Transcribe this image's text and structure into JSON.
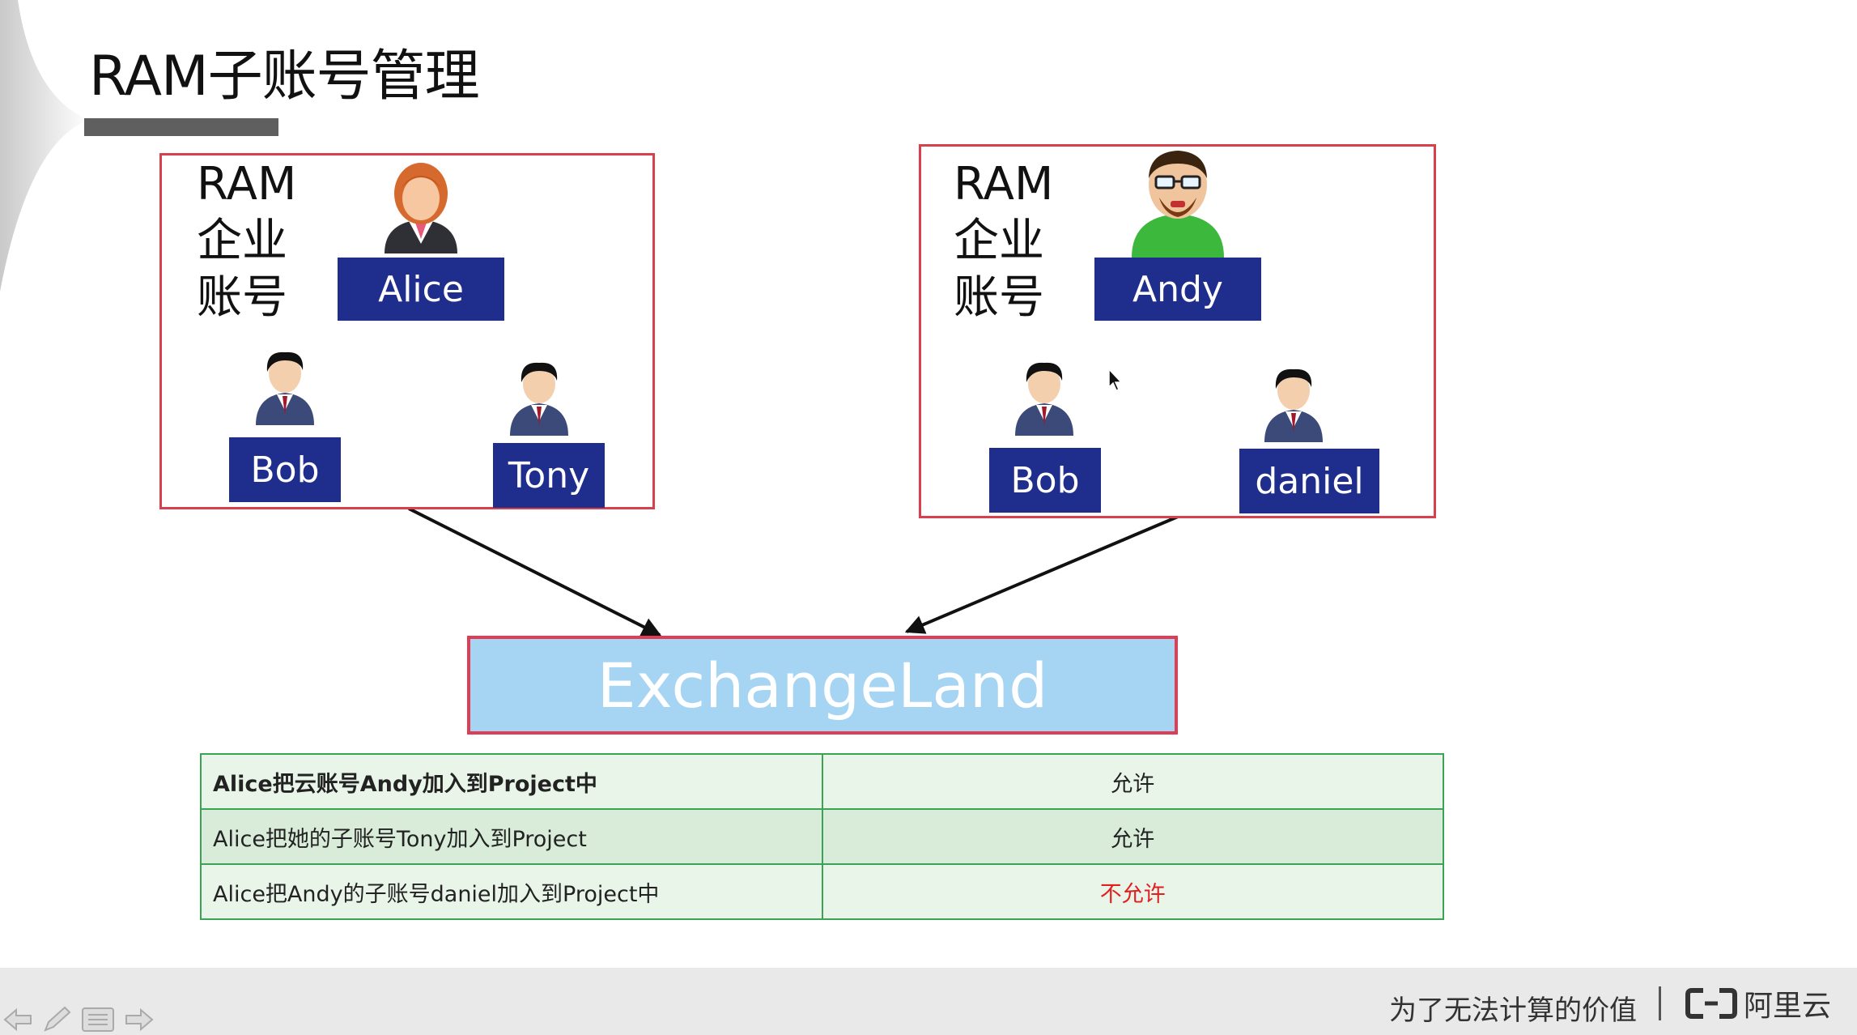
{
  "slide": {
    "title": "RAM子账号管理"
  },
  "groups": [
    {
      "label_lines": [
        "RAM",
        "企业",
        "账号"
      ],
      "owner": "Alice",
      "children": [
        "Bob",
        "Tony"
      ]
    },
    {
      "label_lines": [
        "RAM",
        "企业",
        "账号"
      ],
      "owner": "Andy",
      "children": [
        "Bob",
        "daniel"
      ]
    }
  ],
  "platform": {
    "name": "ExchangeLand"
  },
  "rules": [
    {
      "description": "Alice把云账号Andy加入到Project中",
      "result": "允许",
      "bold": true
    },
    {
      "description": "Alice把她的子账号Tony加入到Project",
      "result": "允许",
      "bold": false
    },
    {
      "description": "Alice把Andy的子账号daniel加入到Project中",
      "result": "不允许",
      "bold": false
    }
  ],
  "colors": {
    "group_border": "#d9404e",
    "name_box": "#1f2e8c",
    "platform_fill": "#a6d4f3",
    "platform_border": "#de3d55",
    "table_border": "#3aa454",
    "deny_text": "#e02020"
  },
  "footer": {
    "slogan": "为了无法计算的价值",
    "brand": "阿里云"
  },
  "nav_icons": [
    "arrow-left-icon",
    "pen-icon",
    "menu-icon",
    "arrow-right-icon"
  ]
}
